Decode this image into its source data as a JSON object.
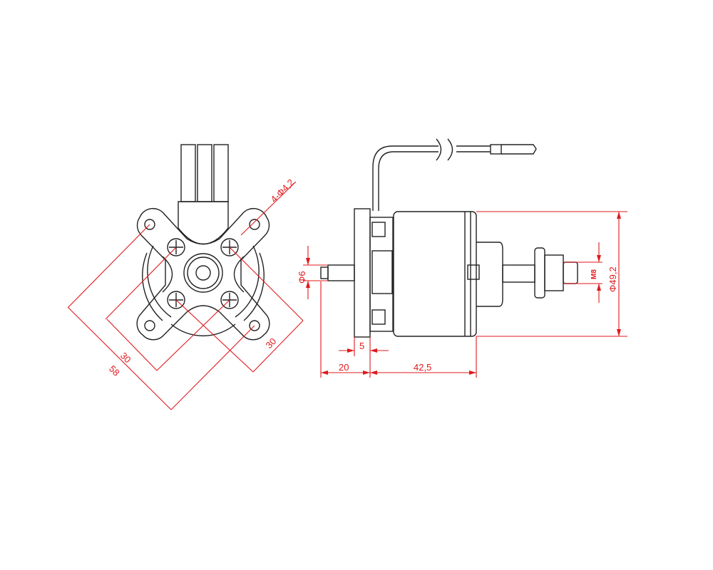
{
  "front_view": {
    "hole_label": "4-Φ4,2",
    "dim_left_inner": "30",
    "dim_left_outer": "58",
    "dim_right": "30"
  },
  "side_view": {
    "shaft_dia": "Φ6",
    "flange_thickness": "5",
    "shaft_length": "20",
    "body_length": "42,5",
    "thread": "M8",
    "body_dia": "Φ49,2"
  },
  "colors": {
    "outline": "#222222",
    "dimension": "#e0191e"
  }
}
